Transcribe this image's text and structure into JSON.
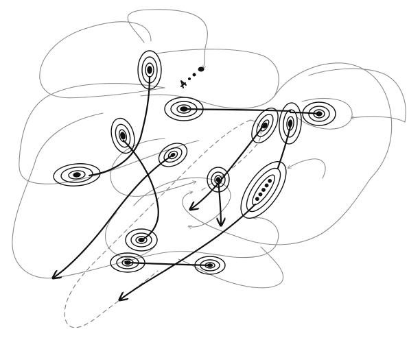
{
  "palette": {
    "background": "#ffffff",
    "ink": "#111111",
    "thin_line": "#8a8a8a",
    "dashed_line": "#7a7a7a"
  },
  "elements": {
    "contour_node": "nested-contour-basin",
    "thin_loop": "thin-grey-loop-boundary",
    "dashed_loop": "dashed-grey-loop-boundary",
    "thick_arrow": "thick-black-arrow",
    "dotted_marker": "dotted-arrow-marker"
  }
}
